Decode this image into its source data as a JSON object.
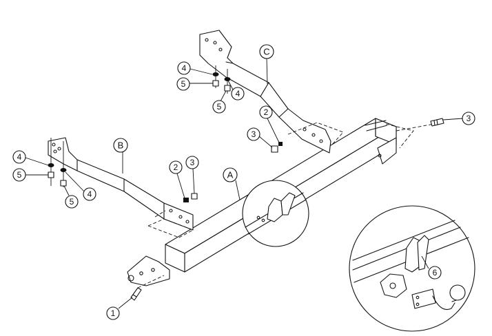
{
  "diagram": {
    "part_labels": {
      "A": "A",
      "B": "B",
      "C": "C"
    },
    "callouts": {
      "c1": "1",
      "c2a": "2",
      "c3a": "3",
      "c2b": "2",
      "c3b": "3",
      "c3c": "3",
      "c4a": "4",
      "c5a": "5",
      "c4b": "4",
      "c5b": "5",
      "c4c": "4",
      "c5c": "5",
      "c4d": "4",
      "c5d": "5",
      "c6": "6"
    }
  }
}
